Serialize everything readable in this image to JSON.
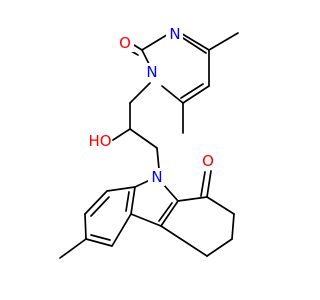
{
  "molecule": {
    "atom_labels": {
      "carbonyl_oxygen_pyrimidinone": "O",
      "ring_nitrogen_3": "N",
      "ring_nitrogen_1": "N",
      "hydroxyl": "HO",
      "carbazole_nitrogen": "N",
      "ketone_oxygen": "O"
    },
    "colors": {
      "oxygen": "#ff0000",
      "nitrogen": "#0000ff",
      "carbon_bonds": "#000000"
    }
  }
}
